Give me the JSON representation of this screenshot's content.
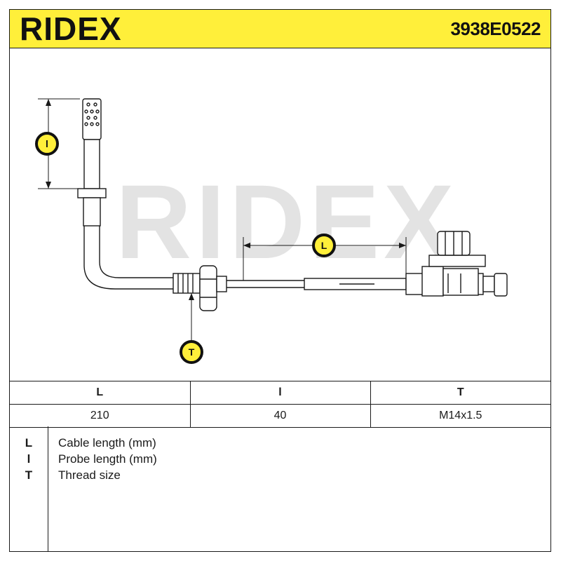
{
  "header": {
    "brand": "RIDEX",
    "part_number": "3938E0522",
    "background_color": "#ffef3a"
  },
  "drawing": {
    "watermark": "RIDEX",
    "callouts": {
      "probe_length": "l",
      "cable_length": "L",
      "thread_size": "T"
    }
  },
  "spec_table": {
    "headers": [
      "L",
      "l",
      "T"
    ],
    "values": [
      "210",
      "40",
      "M14x1.5"
    ]
  },
  "legend": [
    {
      "key": "L",
      "desc": "Cable length (mm)"
    },
    {
      "key": "l",
      "desc": "Probe length (mm)"
    },
    {
      "key": "T",
      "desc": "Thread size"
    }
  ]
}
